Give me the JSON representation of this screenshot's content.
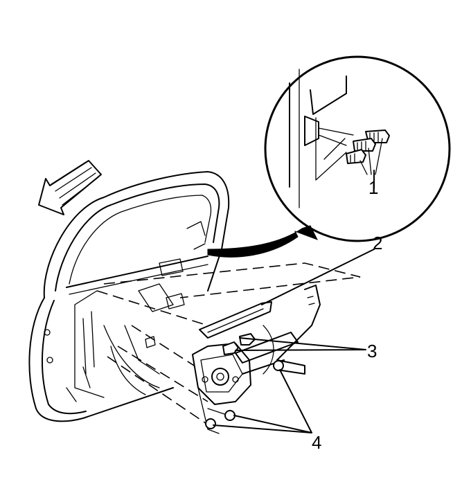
{
  "callouts": [
    {
      "label": "1"
    },
    {
      "label": "2"
    },
    {
      "label": "3"
    },
    {
      "label": "4"
    }
  ],
  "colors": {
    "line": "#000000",
    "background": "#ffffff"
  }
}
